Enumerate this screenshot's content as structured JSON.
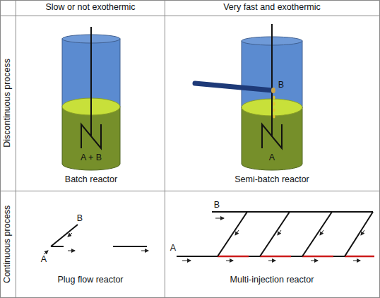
{
  "diagram": {
    "labels": [
      "Slow or not exothermic",
      "Very fast and exothermic",
      "Discontinuous process",
      "A + B",
      "Batch reactor",
      "B",
      "A",
      "Semi-batch reactor",
      "Continuous process",
      "B",
      "A",
      "Plug flow reactor",
      "B",
      "A",
      "Multi-injection reactor"
    ]
  }
}
